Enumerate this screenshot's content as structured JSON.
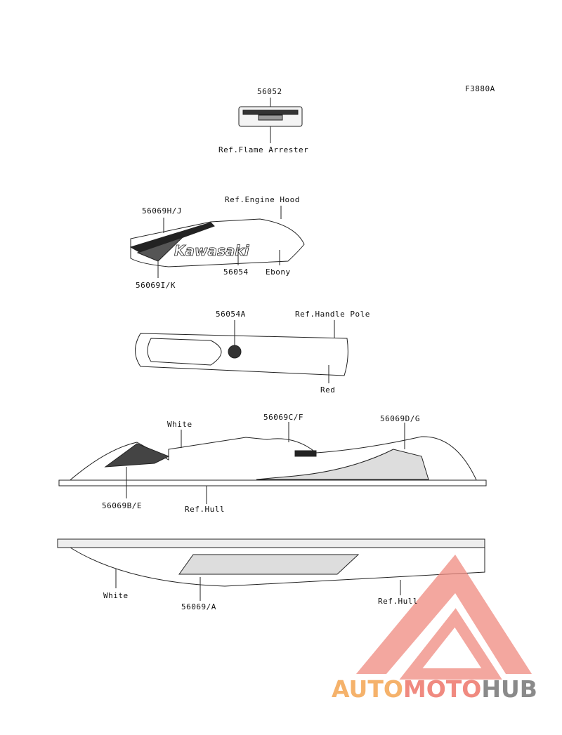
{
  "diagram_code": "F3880A",
  "groups": {
    "flame_arrester": {
      "part": "56052",
      "ref": "Ref.Flame Arrester"
    },
    "engine_hood": {
      "ref": "Ref.Engine Hood",
      "part_upper": "56069H/J",
      "part_lower": "56069I/K",
      "part_logo": "56054",
      "color": "Ebony",
      "logo_text": "Kawasaki"
    },
    "handle_pole": {
      "part": "56054A",
      "ref": "Ref.Handle Pole",
      "color": "Red"
    },
    "hull_side": {
      "color": "White",
      "part_center": "56069C/F",
      "part_rear": "56069D/G",
      "part_front": "56069B/E",
      "ref": "Ref.Hull"
    },
    "hull_bottom": {
      "color": "White",
      "part": "56069/A",
      "ref": "Ref.Hull"
    }
  },
  "watermark": {
    "part1": "AUTO",
    "part2": "MOTO",
    "part3": "HUB",
    "colors": {
      "auto": "#f5b26b",
      "moto": "#f08a80",
      "hub": "#8a8a8a",
      "triangle": "#f08a80"
    }
  }
}
